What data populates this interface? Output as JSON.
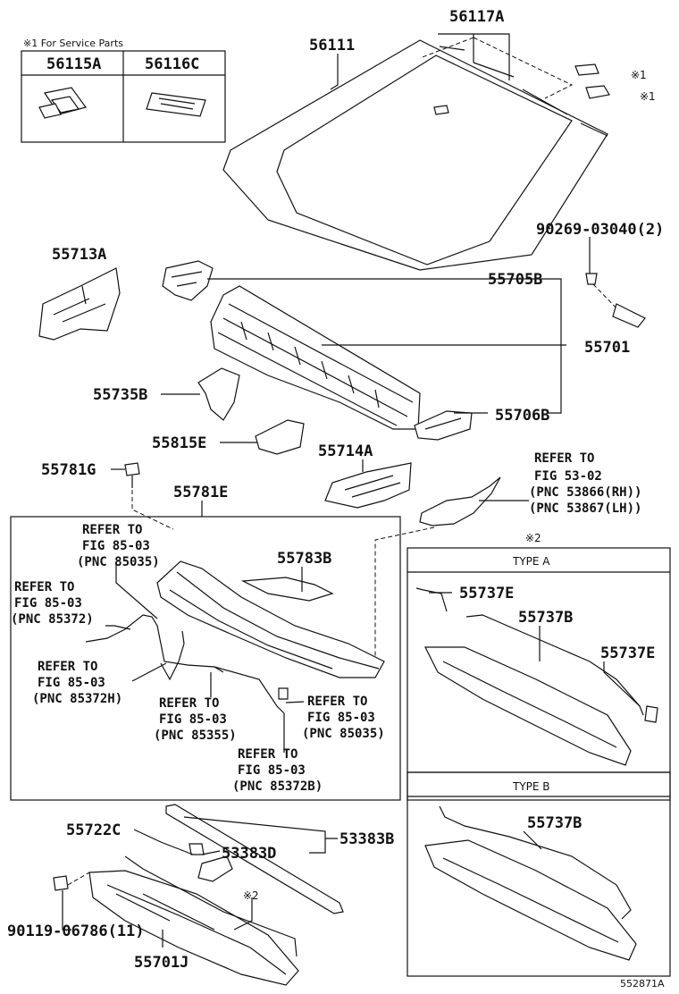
{
  "service_note": "※1 For Service Parts",
  "service_parts": [
    "56115A",
    "56116C"
  ],
  "marks": {
    "mark1": "※1",
    "mark2": "※2"
  },
  "parts": {
    "p56117A": "56117A",
    "p56111": "56111",
    "p90269": "90269-03040(2)",
    "p55713A": "55713A",
    "p55705B": "55705B",
    "p55701": "55701",
    "p55735B": "55735B",
    "p55706B": "55706B",
    "p55815E": "55815E",
    "p55714A": "55714A",
    "p55781G": "55781G",
    "p55781E": "55781E",
    "p55783B": "55783B",
    "p55722C": "55722C",
    "p53383D": "53383D",
    "p53383B": "53383B",
    "p90119": "90119-06786(11)",
    "p55701J": "55701J",
    "p55737E_1": "55737E",
    "p55737B_a": "55737B",
    "p55737E_2": "55737E",
    "p55737B_b": "55737B"
  },
  "refs": {
    "r5302": {
      "l1": "REFER TO",
      "l2": "FIG 53-02",
      "l3": "(PNC 53866(RH))",
      "l4": "(PNC 53867(LH))"
    },
    "r85035a": {
      "l1": "REFER TO",
      "l2": "FIG 85-03",
      "l3": "(PNC 85035)"
    },
    "r85372": {
      "l1": "REFER TO",
      "l2": "FIG 85-03",
      "l3": "(PNC 85372)"
    },
    "r85372H": {
      "l1": "REFER TO",
      "l2": "FIG 85-03",
      "l3": "(PNC 85372H)"
    },
    "r85355": {
      "l1": "REFER TO",
      "l2": "FIG 85-03",
      "l3": "(PNC 85355)"
    },
    "r85035b": {
      "l1": "REFER TO",
      "l2": "FIG 85-03",
      "l3": "(PNC 85035)"
    },
    "r85372B": {
      "l1": "REFER TO",
      "l2": "FIG 85-03",
      "l3": "(PNC 85372B)"
    }
  },
  "types": {
    "a": "TYPE A",
    "b": "TYPE B"
  },
  "drawing_number": "552871A"
}
